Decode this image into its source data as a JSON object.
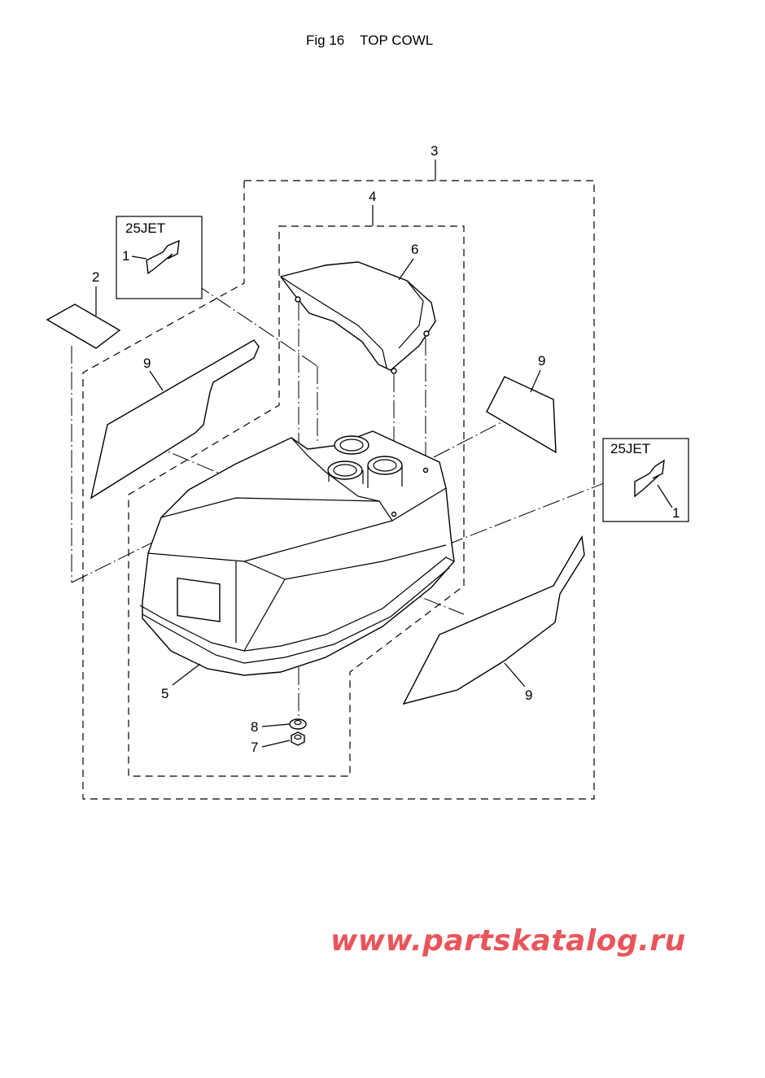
{
  "title": {
    "figure": "Fig 16",
    "name": "TOP COWL"
  },
  "variant_boxes": [
    {
      "label": "25JET",
      "part_no": "1"
    },
    {
      "label": "25JET",
      "part_no": "1"
    }
  ],
  "callouts": {
    "c1_left": "1",
    "c1_right": "1",
    "c2": "2",
    "c3": "3",
    "c4": "4",
    "c5": "5",
    "c6": "6",
    "c7": "7",
    "c8": "8",
    "c9_left": "9",
    "c9_right_top": "9",
    "c9_right_bottom": "9"
  },
  "watermark": "www.partskatalog.ru"
}
